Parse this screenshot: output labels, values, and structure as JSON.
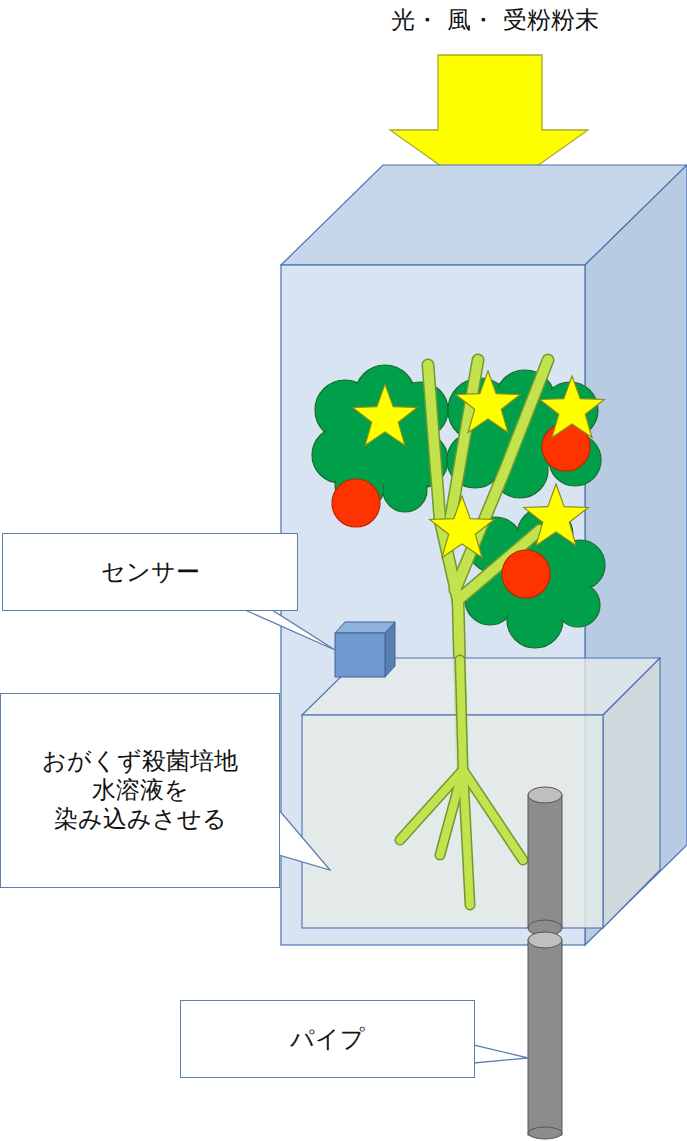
{
  "diagram": {
    "nodes": [
      {
        "text": [
          "センサー"
        ]
      },
      {
        "text": [
          "おがくず殺菌培地 水溶液を 染み込みさせる"
        ]
      },
      {
        "text": [
          "パイプ"
        ]
      }
    ],
    "labels": [
      "光・ 風・ 受粉粉末"
    ]
  }
}
